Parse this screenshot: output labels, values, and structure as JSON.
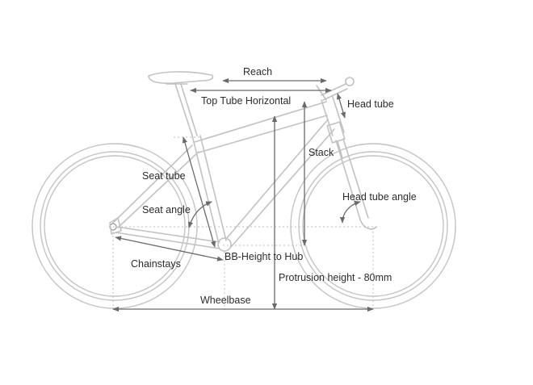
{
  "labels": {
    "reach": "Reach",
    "top_tube_horizontal": "Top Tube Horizontal",
    "head_tube": "Head tube",
    "stack": "Stack",
    "seat_tube": "Seat tube",
    "seat_angle": "Seat angle",
    "head_tube_angle": "Head tube angle",
    "chainstays": "Chainstays",
    "bb_height_to_hub": "BB-Height to Hub",
    "protrusion_height": "Protrusion height - 80mm",
    "wheelbase": "Wheelbase"
  },
  "colors": {
    "frame_line": "#c2c2c2",
    "dimension_line": "#6a6a6a",
    "text": "#2c2c2c"
  }
}
